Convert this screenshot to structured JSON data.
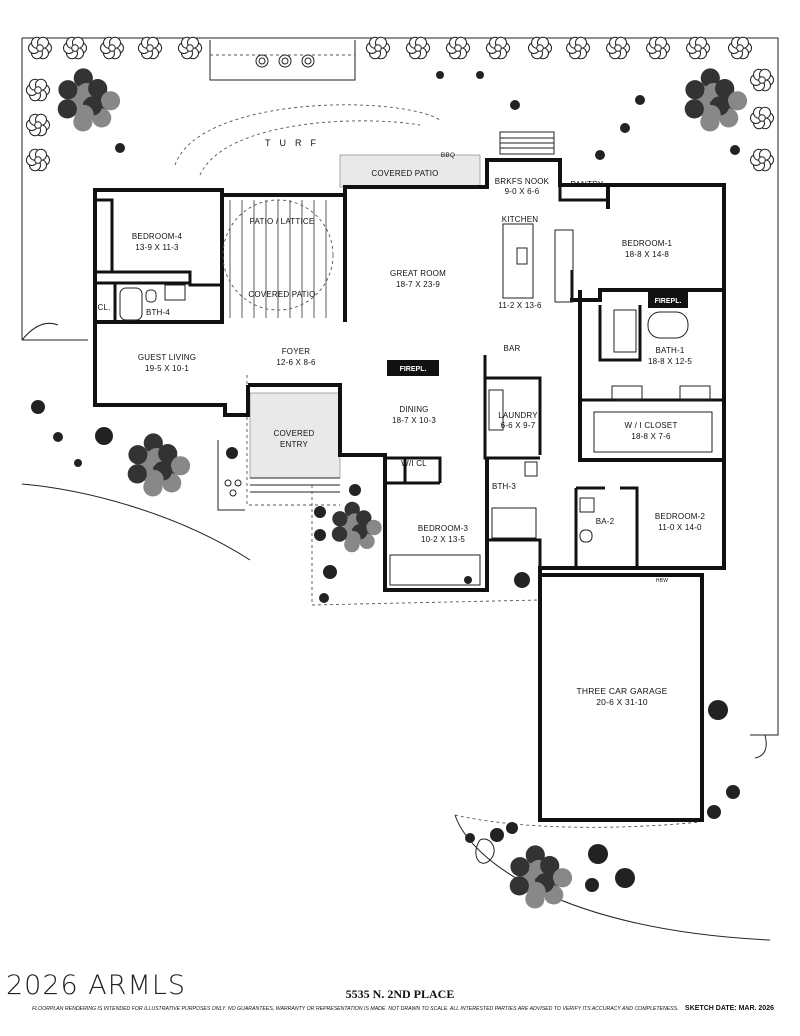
{
  "rooms": {
    "bedroom4": {
      "name": "BEDROOM-4",
      "dims": "13-9 X 11-3"
    },
    "patio_lattice": {
      "name": "PATIO / LATTICE"
    },
    "covered_patio_left": {
      "name": "COVERED PATIO"
    },
    "covered_patio_top": {
      "name": "COVERED PATIO"
    },
    "bbq": {
      "name": "BBQ"
    },
    "turf": {
      "name": "TURF"
    },
    "brkfs_nook": {
      "name": "BRKFS NOOK",
      "dims": "9-0 X 6-6"
    },
    "pantry": {
      "name": "PANTRY"
    },
    "kitchen": {
      "name": "KITCHEN",
      "dims": "11-2 X 13-6"
    },
    "great_room": {
      "name": "GREAT ROOM",
      "dims": "18-7 X 23-9"
    },
    "bedroom1": {
      "name": "BEDROOM-1",
      "dims": "18-8 X 14-8"
    },
    "firepl_master": {
      "name": "FIREPL."
    },
    "bath1": {
      "name": "BATH-1",
      "dims": "18-8 X 12-5"
    },
    "closet": {
      "name": "CL."
    },
    "bth4": {
      "name": "BTH-4"
    },
    "guest_living": {
      "name": "GUEST LIVING",
      "dims": "19-5 X 10-1"
    },
    "foyer": {
      "name": "FOYER",
      "dims": "12-6 X 8-6"
    },
    "firepl_dining": {
      "name": "FIREPL."
    },
    "bar": {
      "name": "BAR"
    },
    "laundry": {
      "name": "LAUNDRY",
      "dims": "6-6 X 9-7"
    },
    "wi_closet": {
      "name": "W / I CLOSET",
      "dims": "18-8 X 7-6"
    },
    "dining": {
      "name": "DINING",
      "dims": "18-7 X 10-3"
    },
    "covered_entry": {
      "name": "COVERED",
      "name2": "ENTRY"
    },
    "wicl": {
      "name": "W/I CL"
    },
    "bth3": {
      "name": "BTH-3"
    },
    "bedroom3": {
      "name": "BEDROOM-3",
      "dims": "10-2 X 13-5"
    },
    "ba2": {
      "name": "BA-2"
    },
    "bedroom2": {
      "name": "BEDROOM-2",
      "dims": "11-0 X 14-0"
    },
    "hbw": {
      "name": "HBW"
    },
    "garage": {
      "name": "THREE CAR GARAGE",
      "dims": "20-6 X 31-10"
    }
  },
  "footer": {
    "watermark": "2026 ARMLS",
    "address": "5535 N. 2ND PLACE",
    "disclaimer": "FLOORPLAN RENDERING IS INTENDED FOR ILLUSTRATIVE PURPOSES ONLY. NO GUARANTEES, WARRANTY OR REPRESENTATION IS MADE. NOT DRAWN TO SCALE. ALL INTERESTED PARTIES ARE ADVISED TO VERIFY ITS ACCURACY AND COMPLETENESS.",
    "sketch_date": "SKETCH DATE: MAR. 2026"
  }
}
